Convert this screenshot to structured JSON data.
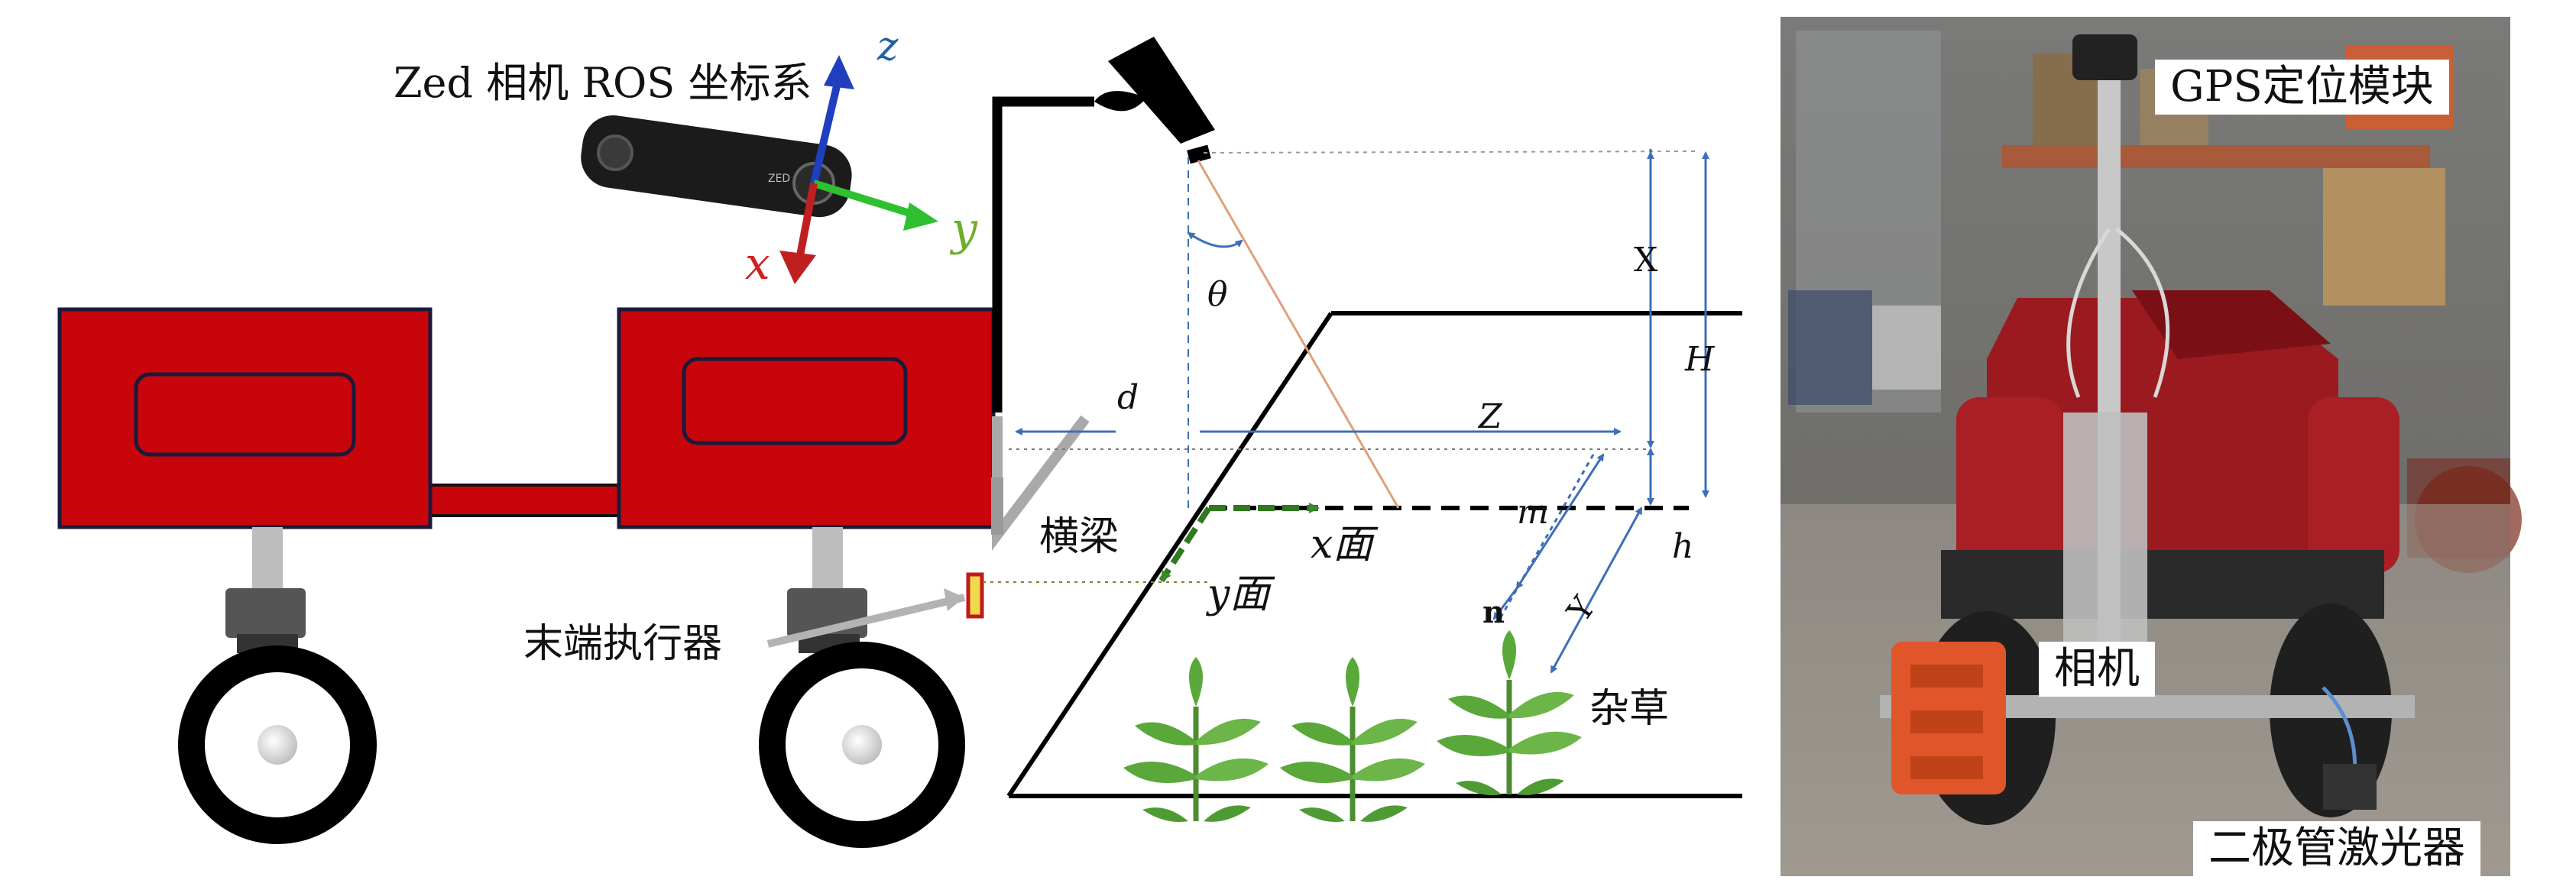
{
  "camera_frame": {
    "title": "Zed 相机 ROS 坐标系",
    "camera_brand": "ZED",
    "axes": {
      "z": "z",
      "y": "y",
      "x": "x"
    }
  },
  "diagram": {
    "beam": "横梁",
    "end_effector": "末端执行器",
    "x_plane": "x面",
    "y_plane": "y面",
    "weed": "杂草",
    "dims": {
      "theta": "θ",
      "d": "d",
      "Z": "Z",
      "X": "X",
      "H": "H",
      "h": "h",
      "m": "m",
      "n": "n",
      "Y": "Y"
    }
  },
  "photo": {
    "gps": "GPS定位模块",
    "camera": "相机",
    "laser": "二极管激光器"
  },
  "colors": {
    "cart_red": "#c8050b",
    "axis_z": "#1f3fbf",
    "axis_y": "#2fc02f",
    "axis_x": "#c01f1f",
    "dim_blue": "#3d6fb8",
    "plant_green": "#5aa83a"
  }
}
